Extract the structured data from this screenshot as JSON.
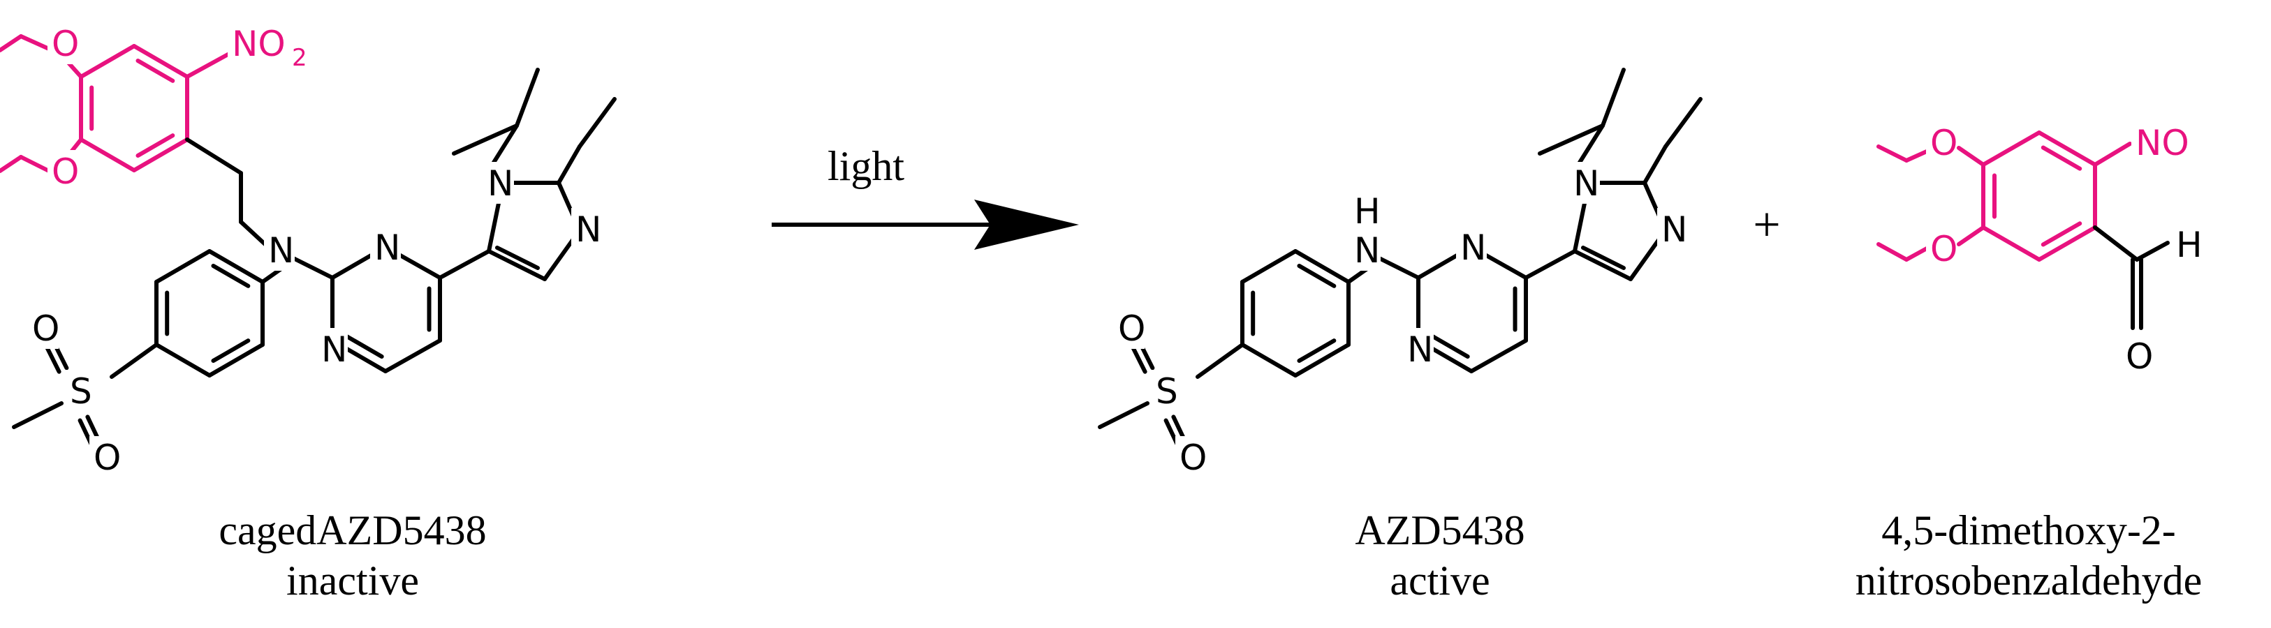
{
  "colors": {
    "ink": "#000000",
    "cage": "#e8127f"
  },
  "reaction": {
    "condition": "light",
    "plus": "+"
  },
  "atoms": {
    "O": "O",
    "N": "N",
    "S": "S",
    "H": "H",
    "NO2_main": "NO",
    "NO2_sub": "2",
    "NO": "NO"
  },
  "compounds": [
    {
      "name": "cagedAZD5438",
      "status": "inactive"
    },
    {
      "name": "AZD5438",
      "status": "active"
    },
    {
      "name_line1": "4,5-dimethoxy-2-",
      "name_line2": "nitrosobenzaldehyde"
    }
  ]
}
